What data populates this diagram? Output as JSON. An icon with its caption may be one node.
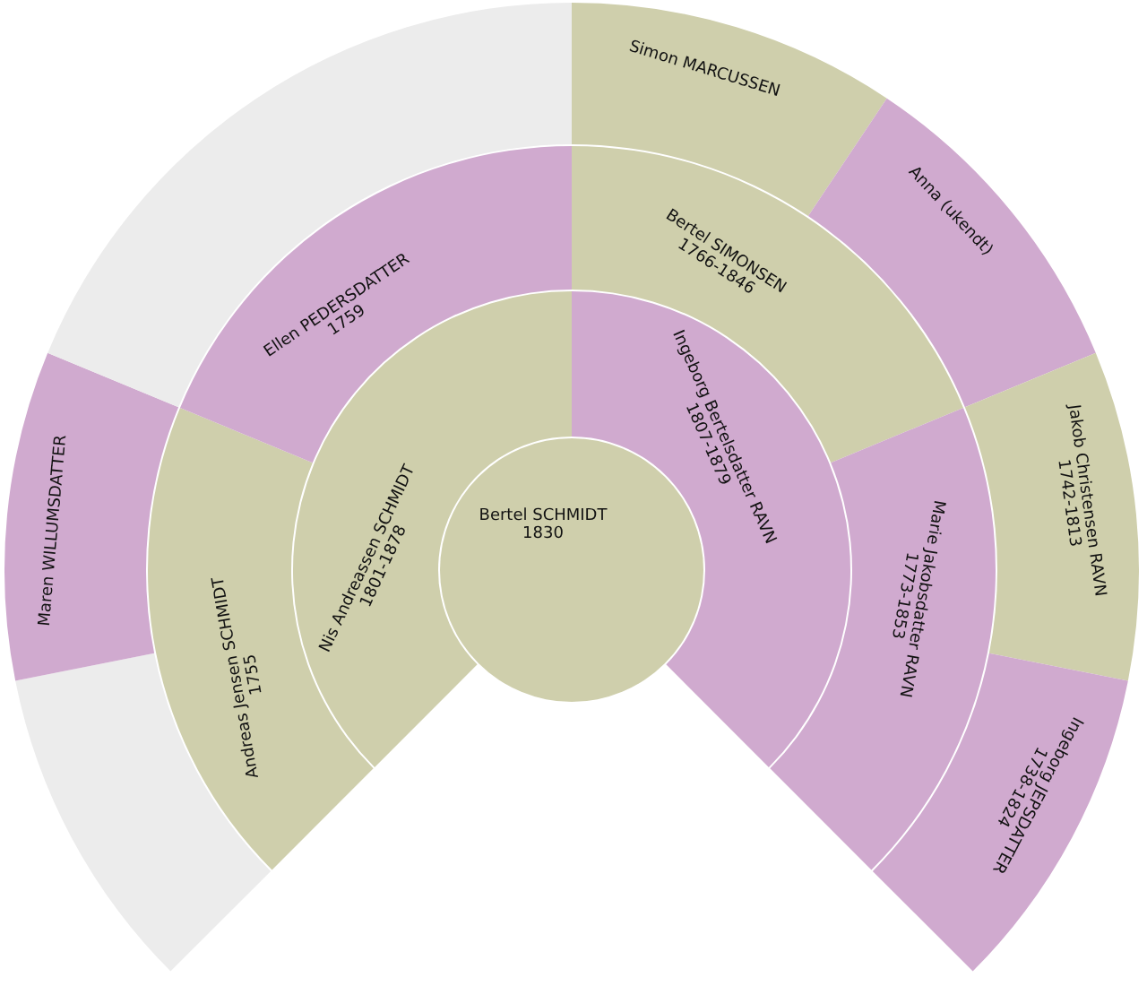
{
  "diagram": {
    "nodes": [
      {
        "text": [
          "Bertel SCHMIDT",
          "1830"
        ]
      },
      {
        "text": [
          "Nis Andreassen SCHMIDT",
          "1801-1878"
        ]
      },
      {
        "text": [
          "Ingeborg Bertelsdatter RAVN",
          "1807-1879"
        ]
      },
      {
        "text": [
          "Andreas Jensen SCHMIDT",
          "1755"
        ]
      },
      {
        "text": [
          "Ellen PEDERSDATTER",
          "1759"
        ]
      },
      {
        "text": [
          "Bertel SIMONSEN",
          "1766-1846"
        ]
      },
      {
        "text": [
          "Marie Jakobsdatter RAVN",
          "1773-1853"
        ]
      },
      {
        "text": [],
        "shape": "sector"
      },
      {
        "text": [
          "Maren WILLUMSDATTER"
        ]
      },
      {
        "text": [],
        "shape": "sector"
      },
      {
        "text": [
          "Simon MARCUSSEN"
        ]
      },
      {
        "text": [
          "Anna (ukendt)"
        ]
      },
      {
        "text": [
          "Jakob Christensen RAVN",
          "1742-1813"
        ]
      },
      {
        "text": [
          "Ingeborg JEPSDATTER",
          "1738-1824"
        ]
      }
    ]
  }
}
